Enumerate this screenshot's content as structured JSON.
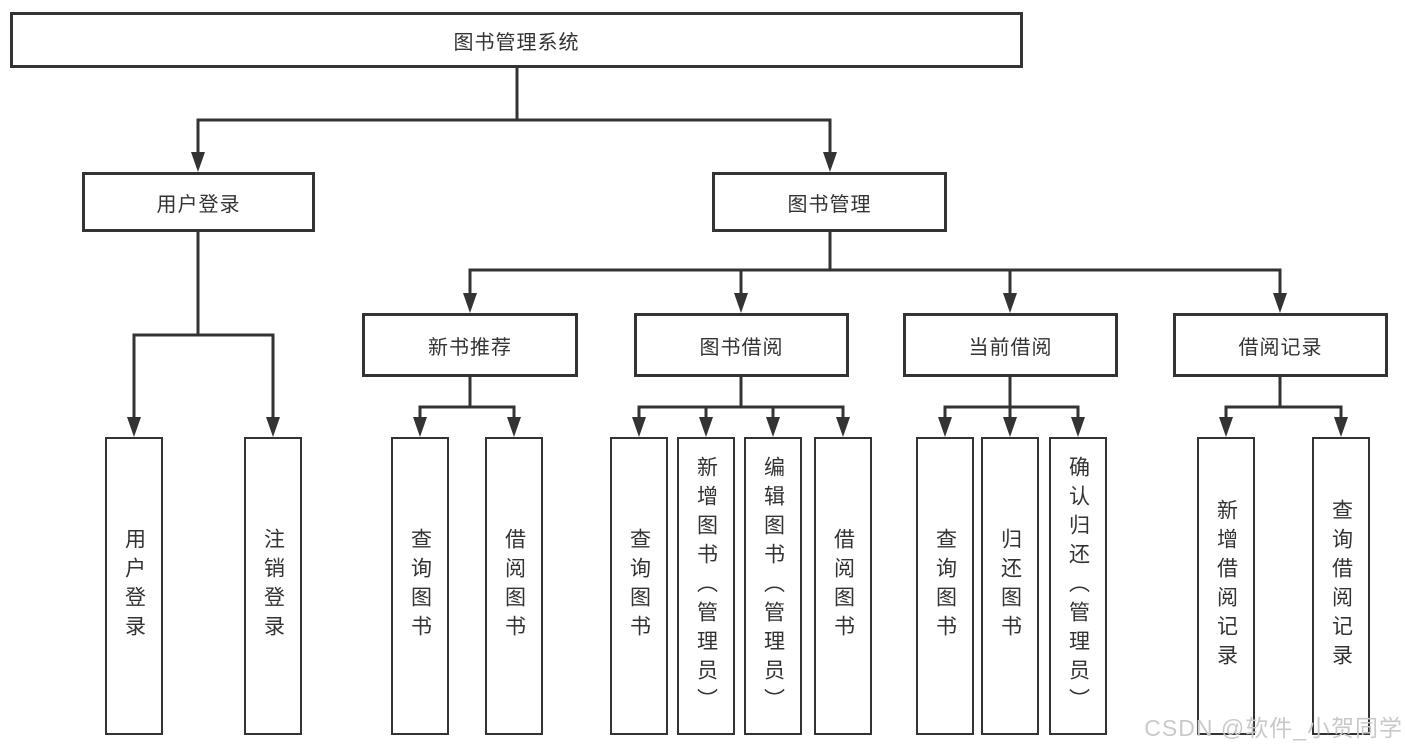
{
  "diagram": {
    "title": "图书管理系统",
    "nodes": {
      "root": {
        "label": "图书管理系统"
      },
      "user_login": {
        "label": "用户登录"
      },
      "book_management": {
        "label": "图书管理"
      },
      "new_book_recommend": {
        "label": "新书推荐"
      },
      "book_borrow": {
        "label": "图书借阅"
      },
      "current_borrow": {
        "label": "当前借阅"
      },
      "borrow_records": {
        "label": "借阅记录"
      },
      "leaves": [
        {
          "label": "用户登录",
          "parent": "用户登录"
        },
        {
          "label": "注销登录",
          "parent": "用户登录"
        },
        {
          "label": "查询图书",
          "parent": "新书推荐"
        },
        {
          "label": "借阅图书",
          "parent": "新书推荐"
        },
        {
          "label": "查询图书",
          "parent": "图书借阅"
        },
        {
          "label": "新增图书（管理员）",
          "parent": "图书借阅"
        },
        {
          "label": "编辑图书（管理员）",
          "parent": "图书借阅"
        },
        {
          "label": "借阅图书",
          "parent": "图书借阅"
        },
        {
          "label": "查询图书",
          "parent": "当前借阅"
        },
        {
          "label": "归还图书",
          "parent": "当前借阅"
        },
        {
          "label": "确认归还（管理员）",
          "parent": "当前借阅"
        },
        {
          "label": "新增借阅记录",
          "parent": "借阅记录"
        },
        {
          "label": "查询借阅记录",
          "parent": "借阅记录"
        }
      ]
    }
  },
  "watermark": {
    "text": "CSDN @软件_小贺同学"
  },
  "colors": {
    "line": "#333333",
    "box_border": "#333333",
    "text": "#333333",
    "watermark": "#c9c9c9",
    "background": "#ffffff"
  }
}
